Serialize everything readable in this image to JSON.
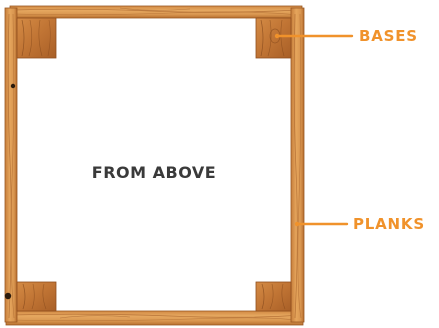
{
  "diagram": {
    "center_label": "FROM ABOVE",
    "callouts": [
      {
        "label": "BASES"
      },
      {
        "label": "PLANKS"
      }
    ]
  },
  "colors": {
    "wood_light": "#e3a057",
    "wood_mid": "#cf8740",
    "wood_dark": "#a9612a",
    "grain": "#8f4e1f",
    "accent": "#f0922b",
    "text": "#3a3a3a"
  }
}
